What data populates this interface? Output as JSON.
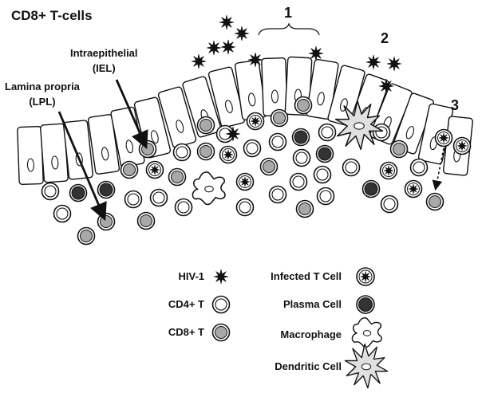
{
  "diagram": {
    "title": "CD8+ T-cells",
    "markers": [
      "1",
      "2",
      "3"
    ],
    "labels": {
      "iel_line1": "Intraepithelial",
      "iel_line2": "(IEL)",
      "lpl_line1": "Lamina propria",
      "lpl_line2": "(LPL)"
    }
  },
  "legend": {
    "hiv": "HIV-1",
    "cd4": "CD4+ T",
    "cd8": "CD8+ T",
    "infected": "Infected T Cell",
    "plasma": "Plasma Cell",
    "macrophage": "Macrophage",
    "dendritic": "Dendritic Cell"
  },
  "colors": {
    "outline": "#111111",
    "cd8_fill": "#a8a8a8",
    "plasma_fill": "#333333",
    "dendritic_fill": "#e0e0e0",
    "background": "#ffffff"
  }
}
